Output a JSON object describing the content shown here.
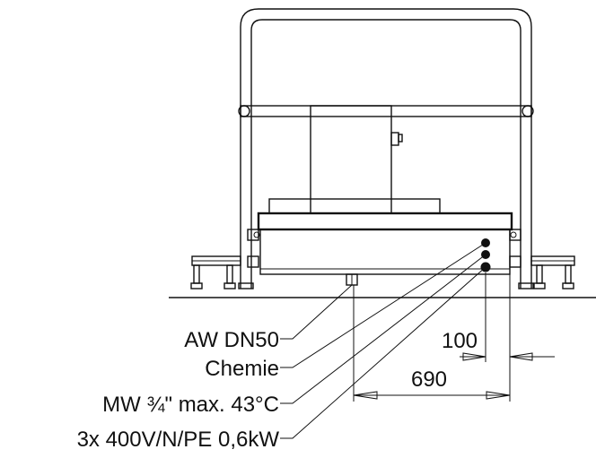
{
  "labels": {
    "aw": "AW DN50",
    "chemie": "Chemie",
    "mw": "MW ¾\" max. 43°C",
    "power": "3x 400V/N/PE 0,6kW"
  },
  "dimensions": {
    "small": "100",
    "large": "690"
  }
}
